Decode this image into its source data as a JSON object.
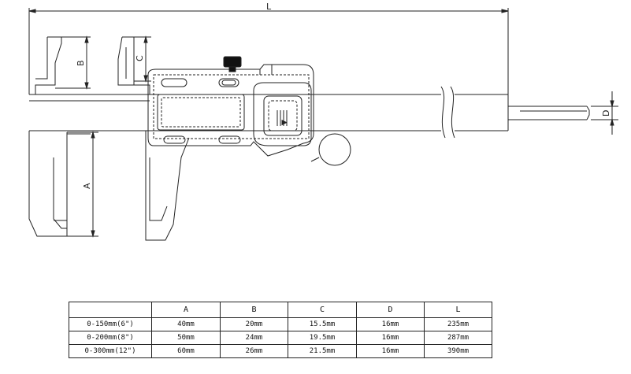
{
  "dimension_labels": {
    "L": "L",
    "A": "A",
    "B": "B",
    "C": "C",
    "D": "D"
  },
  "display": {
    "arrow_glyph": "▲"
  },
  "spec_table": {
    "columns": [
      "",
      "A",
      "B",
      "C",
      "D",
      "L"
    ],
    "rows": [
      {
        "size": "0-150mm(6\")",
        "A": "40mm",
        "B": "20mm",
        "C": "15.5mm",
        "D": "16mm",
        "L": "235mm"
      },
      {
        "size": "0-200mm(8\")",
        "A": "50mm",
        "B": "24mm",
        "C": "19.5mm",
        "D": "16mm",
        "L": "287mm"
      },
      {
        "size": "0-300mm(12\")",
        "A": "60mm",
        "B": "26mm",
        "C": "21.5mm",
        "D": "16mm",
        "L": "390mm"
      }
    ]
  }
}
